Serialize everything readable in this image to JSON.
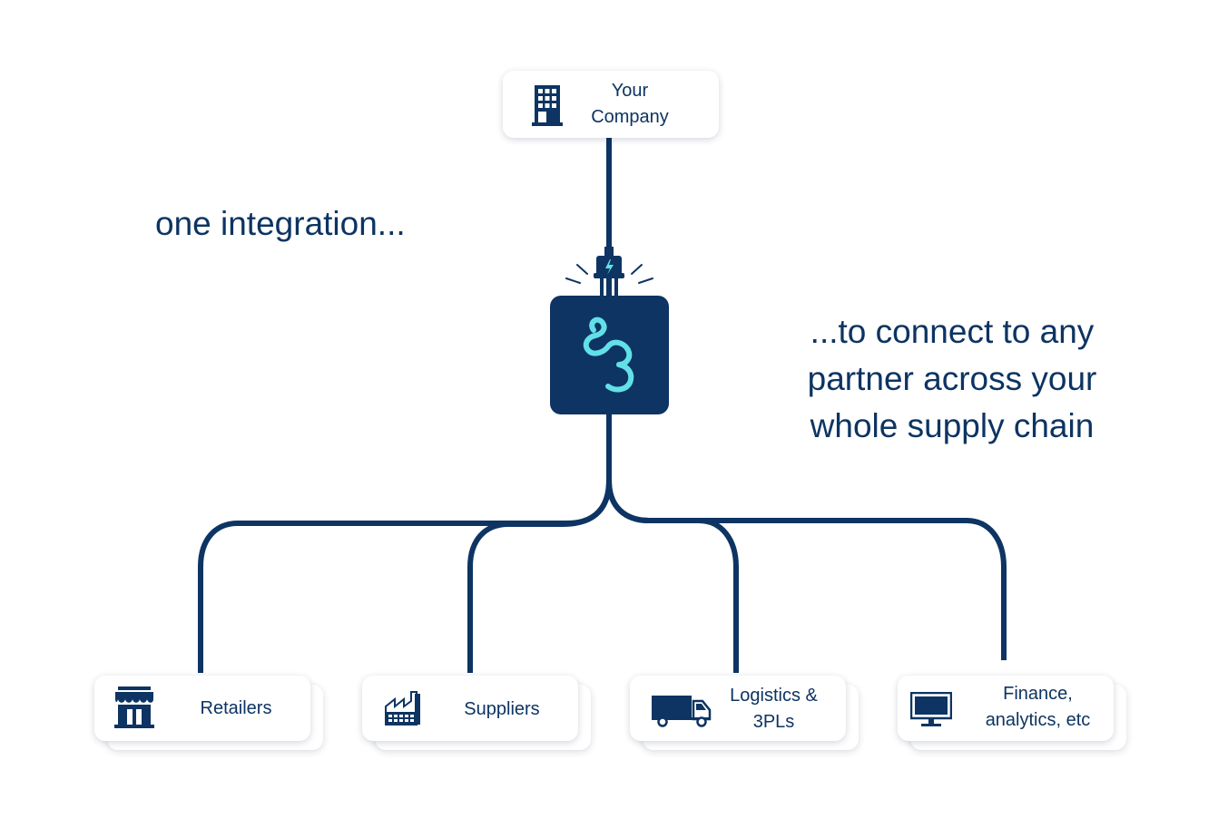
{
  "colors": {
    "navy": "#0d3462",
    "accent": "#62e0e8",
    "card_background": "#ffffff"
  },
  "top_node": {
    "label": "Your\nCompany",
    "icon": "office-building-icon"
  },
  "hub": {
    "icon": "plug-icon",
    "logo": "brand-logo-icon"
  },
  "taglines": {
    "left": "one integration...",
    "right": "...to connect to any\npartner across your\nwhole supply chain"
  },
  "partners": [
    {
      "label": "Retailers",
      "icon": "storefront-icon"
    },
    {
      "label": "Suppliers",
      "icon": "factory-icon"
    },
    {
      "label": "Logistics &\n3PLs",
      "icon": "truck-icon"
    },
    {
      "label": "Finance,\nanalytics, etc",
      "icon": "monitor-icon"
    }
  ]
}
